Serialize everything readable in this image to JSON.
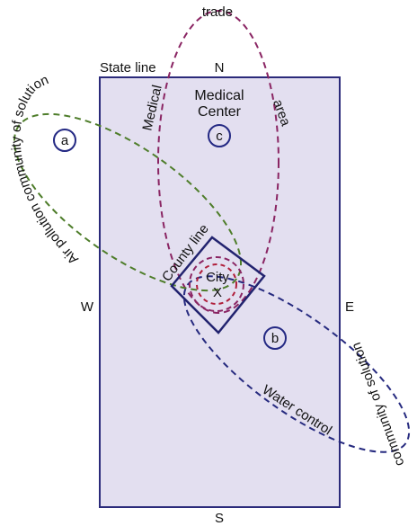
{
  "colors": {
    "state_fill": "#e3dff0",
    "state_stroke": "#2b2a7a",
    "medical_trade": "#8a2563",
    "air_pollution": "#4e7d2a",
    "water_control": "#262a7f",
    "city_inner": "#b01e3a",
    "county_stroke": "#22236f",
    "circle_marker": "#232883"
  },
  "labels": {
    "state_line": "State line",
    "north": "N",
    "south": "S",
    "east": "E",
    "west": "W",
    "trade": "trade",
    "medical": "Medical",
    "area": "area",
    "medical_center_line1": "Medical",
    "medical_center_line2": "Center",
    "marker_a": "a",
    "marker_b": "b",
    "marker_c": "c",
    "county_line": "County line",
    "city": "City",
    "city_mark": "X",
    "air_pollution": "Air pollution community of solution",
    "water_control": "Water control",
    "water_community": "community of solution"
  }
}
